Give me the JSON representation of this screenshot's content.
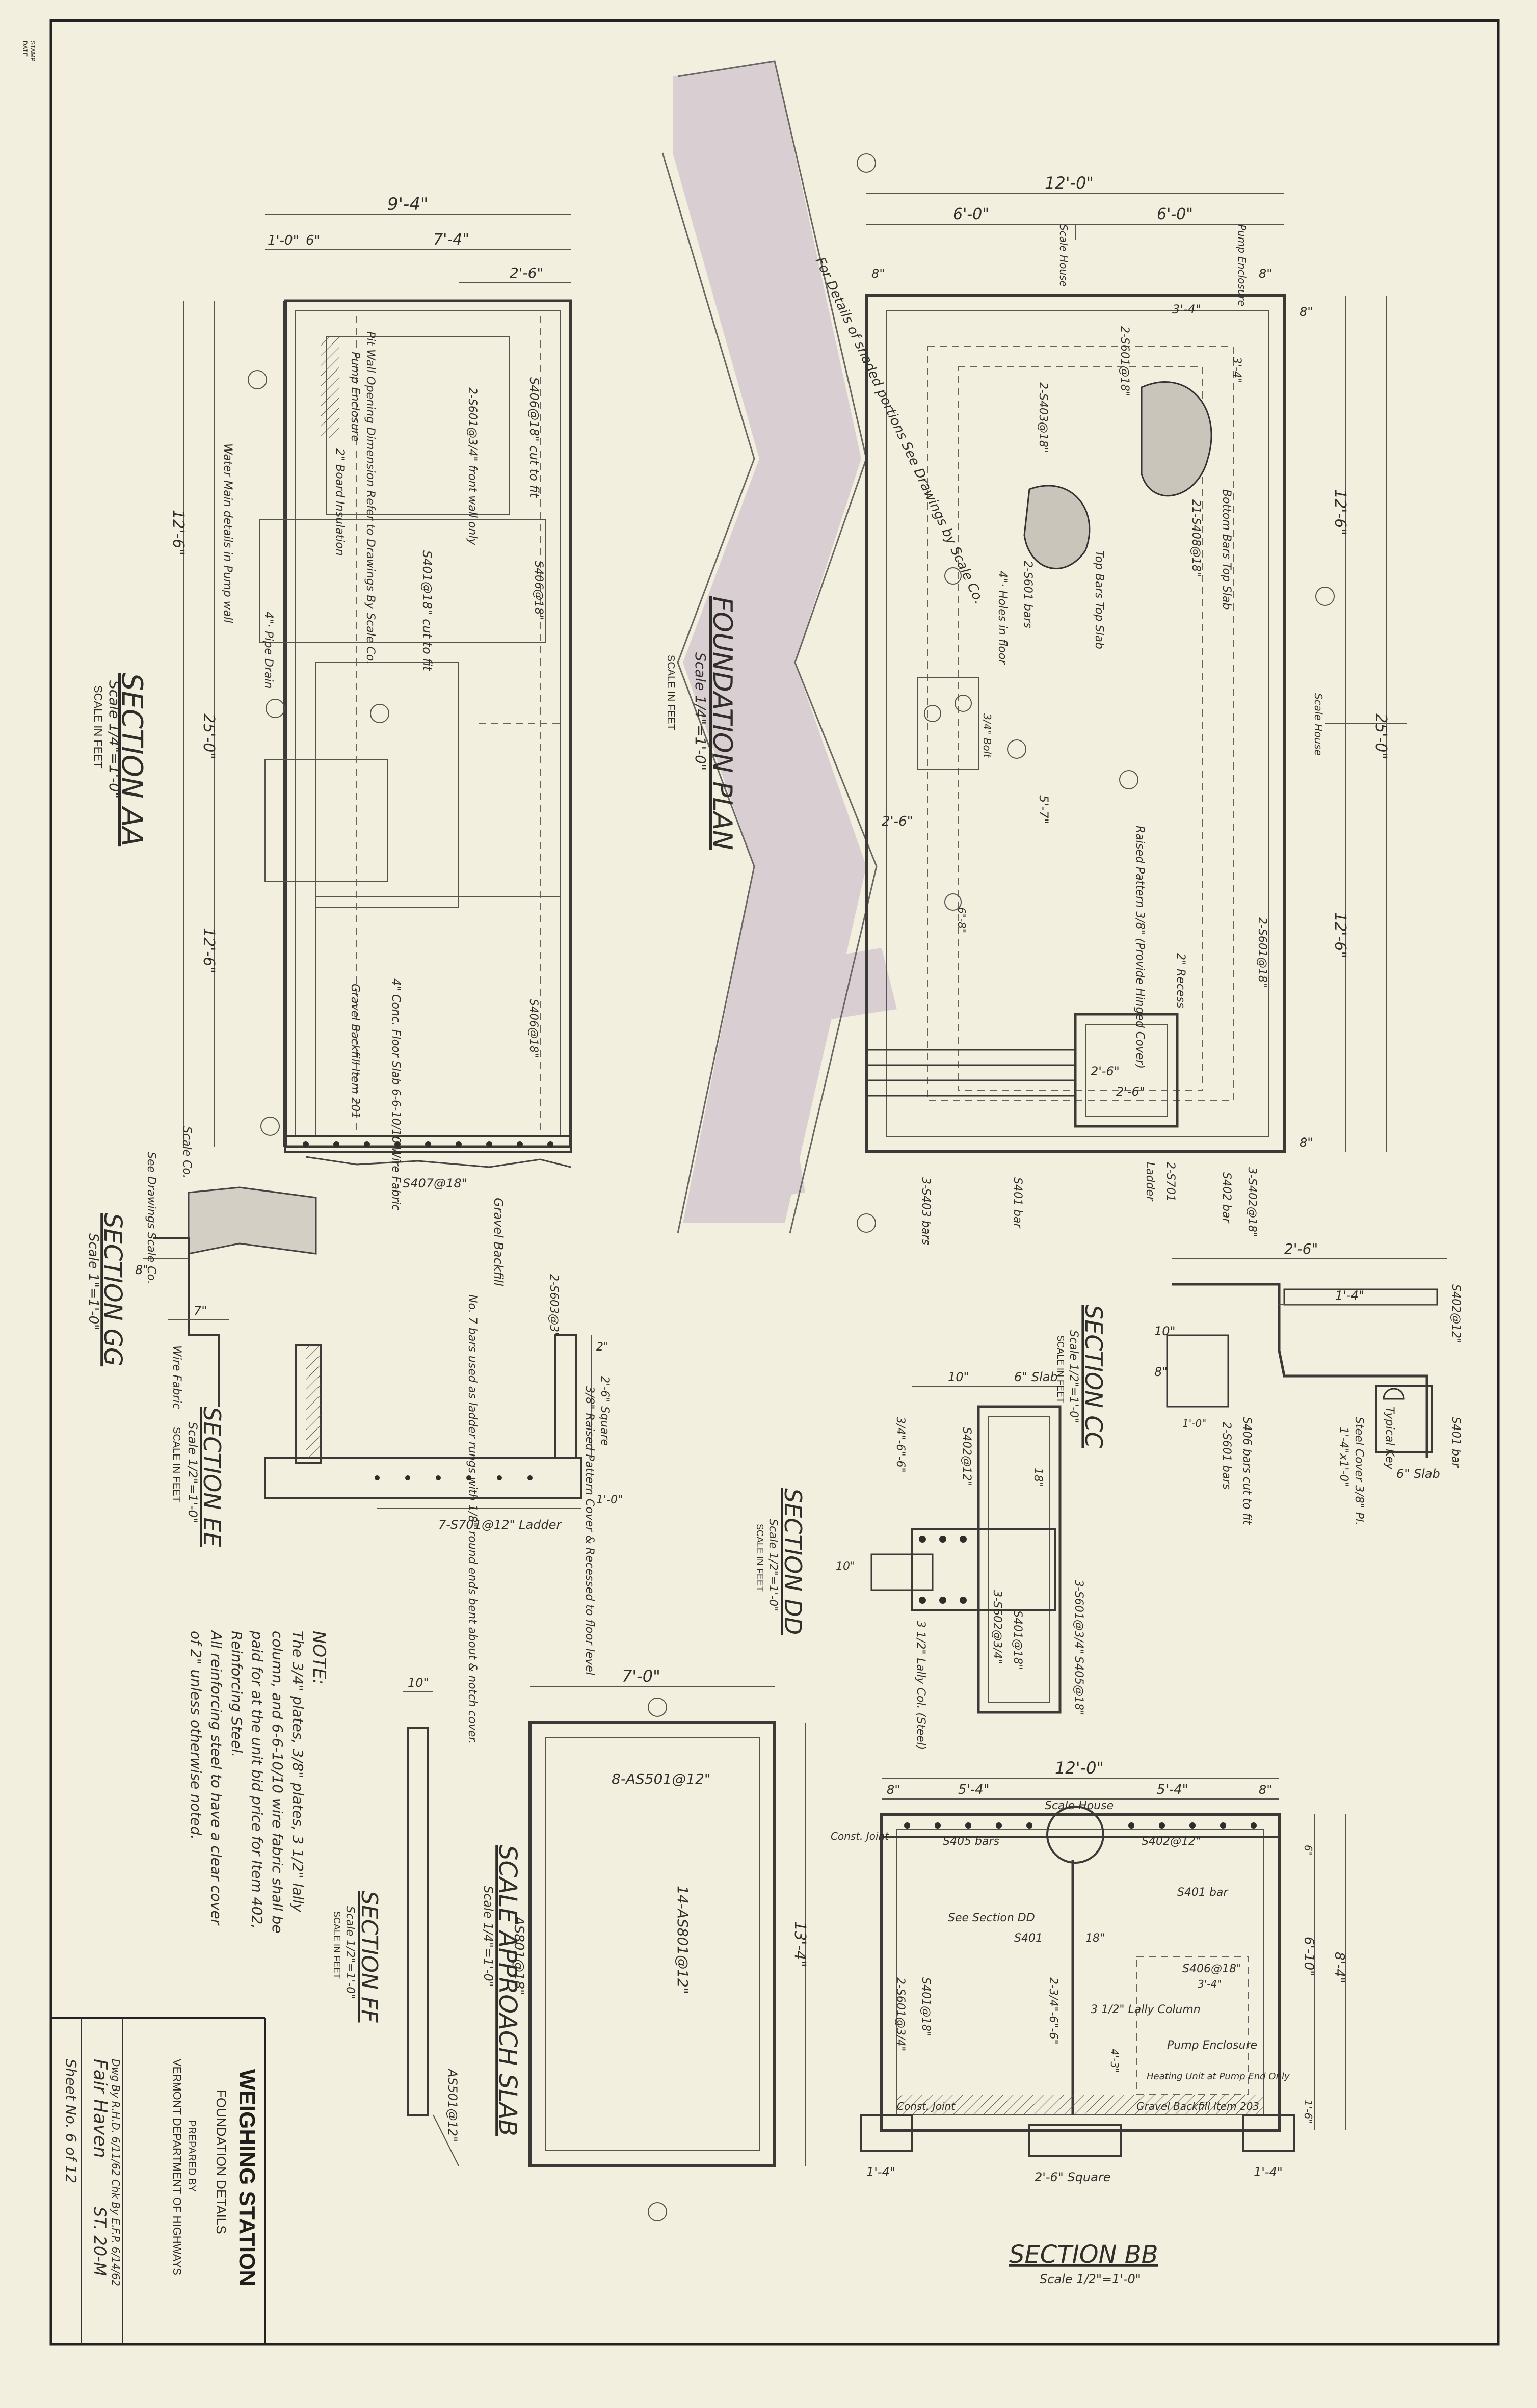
{
  "sheet": {
    "title": "WEIGHING STATION",
    "subtitle": "FOUNDATION DETAILS",
    "prepared_by": "PREPARED BY",
    "agency": "VERMONT DEPARTMENT OF HIGHWAYS",
    "drawn_by": "Dwg By R.H.D. 6/11/62 Chk By E.F.P. 6/14/62",
    "place": "Fair Haven",
    "sheet_no": "Sheet No. 6 of 12",
    "project": "ST. 20-M"
  },
  "plan": {
    "title": "FOUNDATION PLAN",
    "scale": "Scale 1/4\"=1'-0\"",
    "scale_note": "SCALE IN FEET",
    "note": "For Details of shaded portions See Drawings by Scale Co.",
    "dims": [
      "12'-0\"",
      "6'-0\"",
      "6'-0\"",
      "12'-6\"",
      "25'-0\"",
      "12'-6\"",
      "3'-4\"",
      "2'-6\"",
      "2'-6\"",
      "2'-6\"",
      "5'-7\"",
      "8\"",
      "8\"",
      "8\"",
      "8\"",
      "3'-4\""
    ],
    "labels": [
      "Pump Enclosure",
      "Scale House",
      "Scale House",
      "2-S601@18\"",
      "Bottom Bars Top Slab",
      "21-S408@18\"",
      "Top Bars Top Slab",
      "2-S601 bars",
      "4\"· Holes in floor",
      "Raised Pattern 3/8\" (Provide Hinged Cover)",
      "2\" Recess",
      "2-S403@18\"",
      "2-S601@18\"",
      "S401 bar",
      "S402 bar",
      "3-S402@18\"",
      "3-S403 bars",
      "Ladder",
      "2-S701",
      "6\"-8\"",
      "3/4\" Bolt"
    ]
  },
  "sectionAA": {
    "title": "SECTION AA",
    "scale": "Scale 1/4\"=1'-0\"",
    "scale_note": "SCALE IN FEET",
    "dims": [
      "9'-4\"",
      "1'-0\"",
      "6\"",
      "7'-4\"",
      "2'-6\"",
      "12'-6\"",
      "25'-0\"",
      "12'-6\""
    ],
    "labels": [
      "S406@18\" cut to fit",
      "2-S601@3/4\" front wall only",
      "Pit Wall Opening Dimension Refer to Drawings By Scale Co.",
      "Pump Enclosure",
      "2\" Board Insulation",
      "S401@18\" cut to fit",
      "S406@18\"",
      "4\"· Pipe Drain",
      "Water Main details in Pump wall",
      "4\" Conc. Floor Slab 6-6-10/10 Wire Fabric",
      "Gravel Backfill Item 201",
      "S406@18\"",
      "S407@18\"",
      "Scale Co."
    ]
  },
  "sectionGG": {
    "title": "SECTION GG",
    "scale": "Scale 1\"=1'-0\"",
    "labels": [
      "See Drawings Scale Co.",
      "Wire Fabric",
      "8\"",
      "7\""
    ]
  },
  "sectionEE": {
    "title": "SECTION EE",
    "scale": "Scale 1/2\"=1'-0\"",
    "scale_note": "SCALE IN FEET",
    "labels": [
      "Gravel Backfill",
      "2-S603@3\"",
      "No. 7 bars used as ladder rungs with 1/8\" round ends bent about & notch cover.",
      "2'-6\" Square",
      "2\"",
      "1'-0\"",
      "7-S701@12\" Ladder",
      "3/8\" Raised Pattern Cover & Recessed to floor level"
    ]
  },
  "sectionCC": {
    "title": "SECTION CC",
    "scale": "Scale 1/2\"=1'-0\"",
    "scale_note": "SCALE IN FEET",
    "labels": [
      "2'-6\"",
      "1'-4\"",
      "S402@12\"",
      "S401 bar",
      "Typical Key",
      "Steel Cover 3/8\" Pl.",
      "1'-4\"x1'-0\"",
      "S406 bars cut to fit",
      "2-S601 bars",
      "10\"",
      "8\"",
      "6\" Slab",
      "1'-0\""
    ]
  },
  "sectionDD": {
    "title": "SECTION DD",
    "scale": "Scale 1/2\"=1'-0\"",
    "scale_note": "SCALE IN FEET",
    "labels": [
      "10\"",
      "6\" Slab",
      "S402@12\"",
      "18\"",
      "3-S601@3/4\"",
      "S405@18\"",
      "S401@18\"",
      "3-S602@3/4\"",
      "3 1/2\" Lally Col. (Steel)",
      "3/4\"-6\"-6\"",
      "10\""
    ]
  },
  "approach": {
    "title": "SCALE APPROACH SLAB",
    "scale": "Scale 1/4\"=1'-0\"",
    "dims": [
      "7'-0\"",
      "13'-4\""
    ],
    "labels": [
      "8-AS501@12\"",
      "14-AS801@12\"",
      "AS801@18\"",
      "AS501@12\""
    ]
  },
  "sectionFF": {
    "title": "SECTION FF",
    "scale": "Scale 1/2\"=1'-0\"",
    "scale_note": "SCALE IN FEET",
    "labels": [
      "10\""
    ]
  },
  "sectionBB": {
    "title": "SECTION BB",
    "scale": "Scale 1/2\"=1'-0\"",
    "dims": [
      "12'-0\"",
      "8\"",
      "5'-4\"",
      "5'-4\"",
      "8\"",
      "6'-10\"",
      "8'-4\"",
      "1'-4\"",
      "2'-6\" Square",
      "1'-4\"",
      "1'-6\"",
      "4'-3\"",
      "6\""
    ],
    "labels": [
      "S405 bars",
      "Scale House",
      "S402@12\"",
      "Const. Joint",
      "S401 bar",
      "See Section DD",
      "S401",
      "18\"",
      "S406@18\"",
      "3'-4\"",
      "S401@18\"",
      "2-S601@3/4\"",
      "2-3/4\"-6\"-6\"",
      "3 1/2\" Lally Column",
      "Pump Enclosure",
      "Heating Unit at Pump End Only",
      "Const. Joint",
      "Gravel Backfill Item 203"
    ]
  },
  "note": {
    "title": "NOTE:",
    "lines": [
      "The 3/4\" plates, 3/8\" plates, 3 1/2\" lally",
      "column, and 6-6-10/10 wire fabric shall be",
      "paid for at the unit bid price for Item 402,",
      "Reinforcing Steel.",
      "All reinforcing steel to have a clear cover",
      "of 2\" unless otherwise noted."
    ]
  },
  "stamp": [
    "STAMP",
    "DATE"
  ]
}
